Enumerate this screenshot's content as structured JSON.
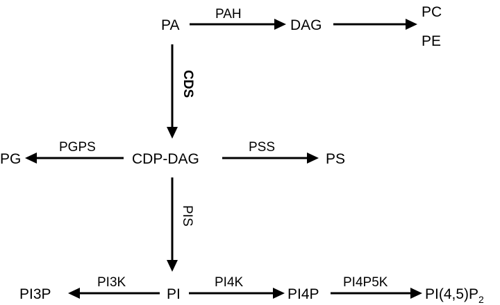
{
  "nodes": {
    "pa": "PA",
    "dag": "DAG",
    "pc": "PC",
    "pe": "PE",
    "cdp_dag": "CDP-DAG",
    "pg": "PG",
    "ps": "PS",
    "pi": "PI",
    "pi3p": "PI3P",
    "pi4p": "PI4P",
    "pi45p2": "PI(4,5)P",
    "pi45p2_sub": "2"
  },
  "enzymes": {
    "pah": "PAH",
    "cds": "CDS",
    "pgps": "PGPS",
    "pss": "PSS",
    "pis": "PIS",
    "pi3k": "PI3K",
    "pi4k": "PI4K",
    "pi4p5k": "PI4P5K"
  }
}
